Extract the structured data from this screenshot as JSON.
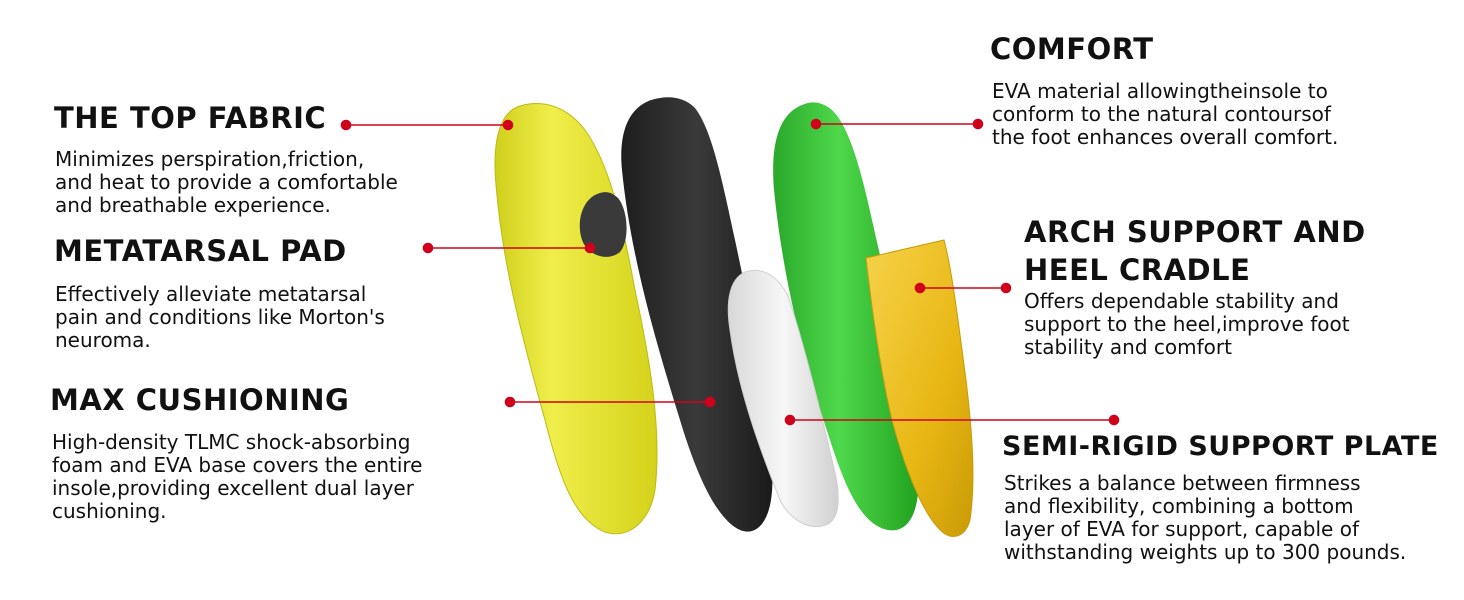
{
  "features": [
    {
      "id": "top-fabric",
      "title": "THE TOP FABRIC",
      "lines": [
        "Minimizes perspiration,friction,",
        "and heat to provide a comfortable",
        "and breathable experience."
      ]
    },
    {
      "id": "metatarsal-pad",
      "title": "METATARSAL PAD",
      "lines": [
        "Effectively alleviate metatarsal",
        "pain and conditions like Morton's",
        "neuroma."
      ]
    },
    {
      "id": "max-cushioning",
      "title": "MAX CUSHIONING",
      "lines": [
        "High-density TLMC shock-absorbing",
        "foam and EVA base covers the entire",
        "insole,providing excellent dual layer",
        "cushioning."
      ]
    },
    {
      "id": "comfort",
      "title": "COMFORT",
      "lines": [
        "EVA material allowingtheinsole to",
        "conform to the natural contoursof",
        "the foot enhances overall comfort."
      ]
    },
    {
      "id": "arch-support",
      "title_lines": [
        "ARCH SUPPORT AND",
        "HEEL CRADLE"
      ],
      "lines": [
        "Offers dependable stability and",
        "support to the heel,improve foot",
        "stability and comfort"
      ]
    },
    {
      "id": "support-plate",
      "title": "SEMI-RIGID SUPPORT PLATE",
      "lines": [
        "Strikes a balance between firmness",
        "and flexibility, combining a bottom",
        "layer of EVA for support, capable of",
        "withstanding weights up to 300 pounds."
      ]
    }
  ],
  "colors": {
    "callout": "#d0021b",
    "top_fabric": "#e8e62e",
    "foam": "#2b2b2b",
    "comfort_layer": "#3dc63a",
    "support_plate": "#e9e9e9",
    "heel_cradle": "#efc01c"
  }
}
